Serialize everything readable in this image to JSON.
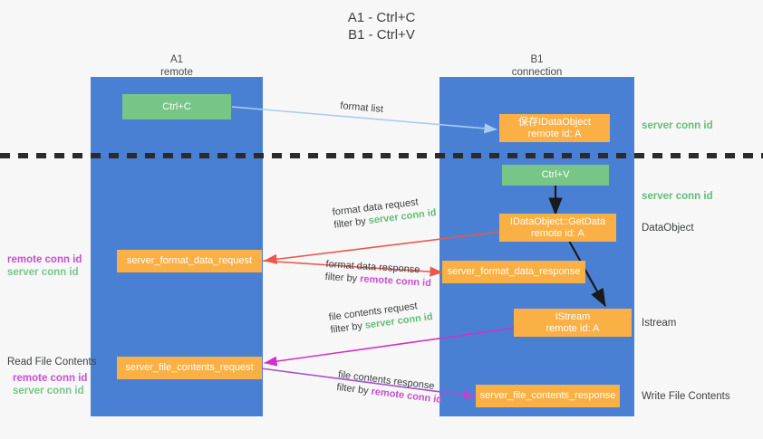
{
  "title": {
    "line1": "A1 - Ctrl+C",
    "line2": "B1 - Ctrl+V"
  },
  "lanes": [
    {
      "id": "a1",
      "name": "A1",
      "role": "remote"
    },
    {
      "id": "b1",
      "name": "B1",
      "role": "connection"
    }
  ],
  "nodes": {
    "ctrl_c": {
      "label": "Ctrl+C"
    },
    "save_idataobject": {
      "label": "保存IDataObject",
      "sub": "remote id: A"
    },
    "ctrl_v": {
      "label": "Ctrl+V"
    },
    "idataobject_getdata": {
      "label": "IDataObject::GetData",
      "sub": "remote id: A"
    },
    "server_format_data_request": {
      "label": "server_format_data_request"
    },
    "server_format_data_response": {
      "label": "server_format_data_response"
    },
    "istream": {
      "label": "IStream",
      "sub": "remote id: A"
    },
    "server_file_contents_request": {
      "label": "server_file_contents_request"
    },
    "server_file_contents_response": {
      "label": "server_file_contents_response"
    }
  },
  "side_captions": {
    "server_conn_id_top": "server conn id",
    "server_conn_id_middle": "server conn id",
    "dataobject": "DataObject",
    "istream": "Istream",
    "write_file_contents": "Write File Contents",
    "read_file_contents": "Read File Contents"
  },
  "left_captions": {
    "format_stack": {
      "remote": "remote conn id",
      "server": "server conn id"
    },
    "file_stack": {
      "remote": "remote conn id",
      "server": "server conn id"
    }
  },
  "edges": [
    {
      "id": "format-list",
      "label": "format list",
      "filter_prefix": "",
      "filter_value": "",
      "filter_kind": ""
    },
    {
      "id": "format-data-request",
      "label": "format data request",
      "filter_prefix": "filter by ",
      "filter_value": "server conn id",
      "filter_kind": "green"
    },
    {
      "id": "format-data-response",
      "label": "format data response",
      "filter_prefix": "filter by ",
      "filter_value": "remote conn id",
      "filter_kind": "purple"
    },
    {
      "id": "file-contents-request",
      "label": "file contents request",
      "filter_prefix": "filter by ",
      "filter_value": "server conn id",
      "filter_kind": "green"
    },
    {
      "id": "file-contents-response",
      "label": "file contents response",
      "filter_prefix": "filter by ",
      "filter_value": "remote conn id",
      "filter_kind": "purple"
    }
  ],
  "colors": {
    "lane": "#4a80d4",
    "green_node": "#77c687",
    "orange_node": "#fbb045",
    "green_text": "#62bd78",
    "purple_text": "#c64fd0",
    "arrow_light_blue": "#a8cdee",
    "arrow_red": "#e8584c",
    "arrow_magenta": "#d42fc8",
    "arrow_purple": "#a64fd0",
    "arrow_dark": "#1a1a1a",
    "background": "#f7f7f7"
  }
}
